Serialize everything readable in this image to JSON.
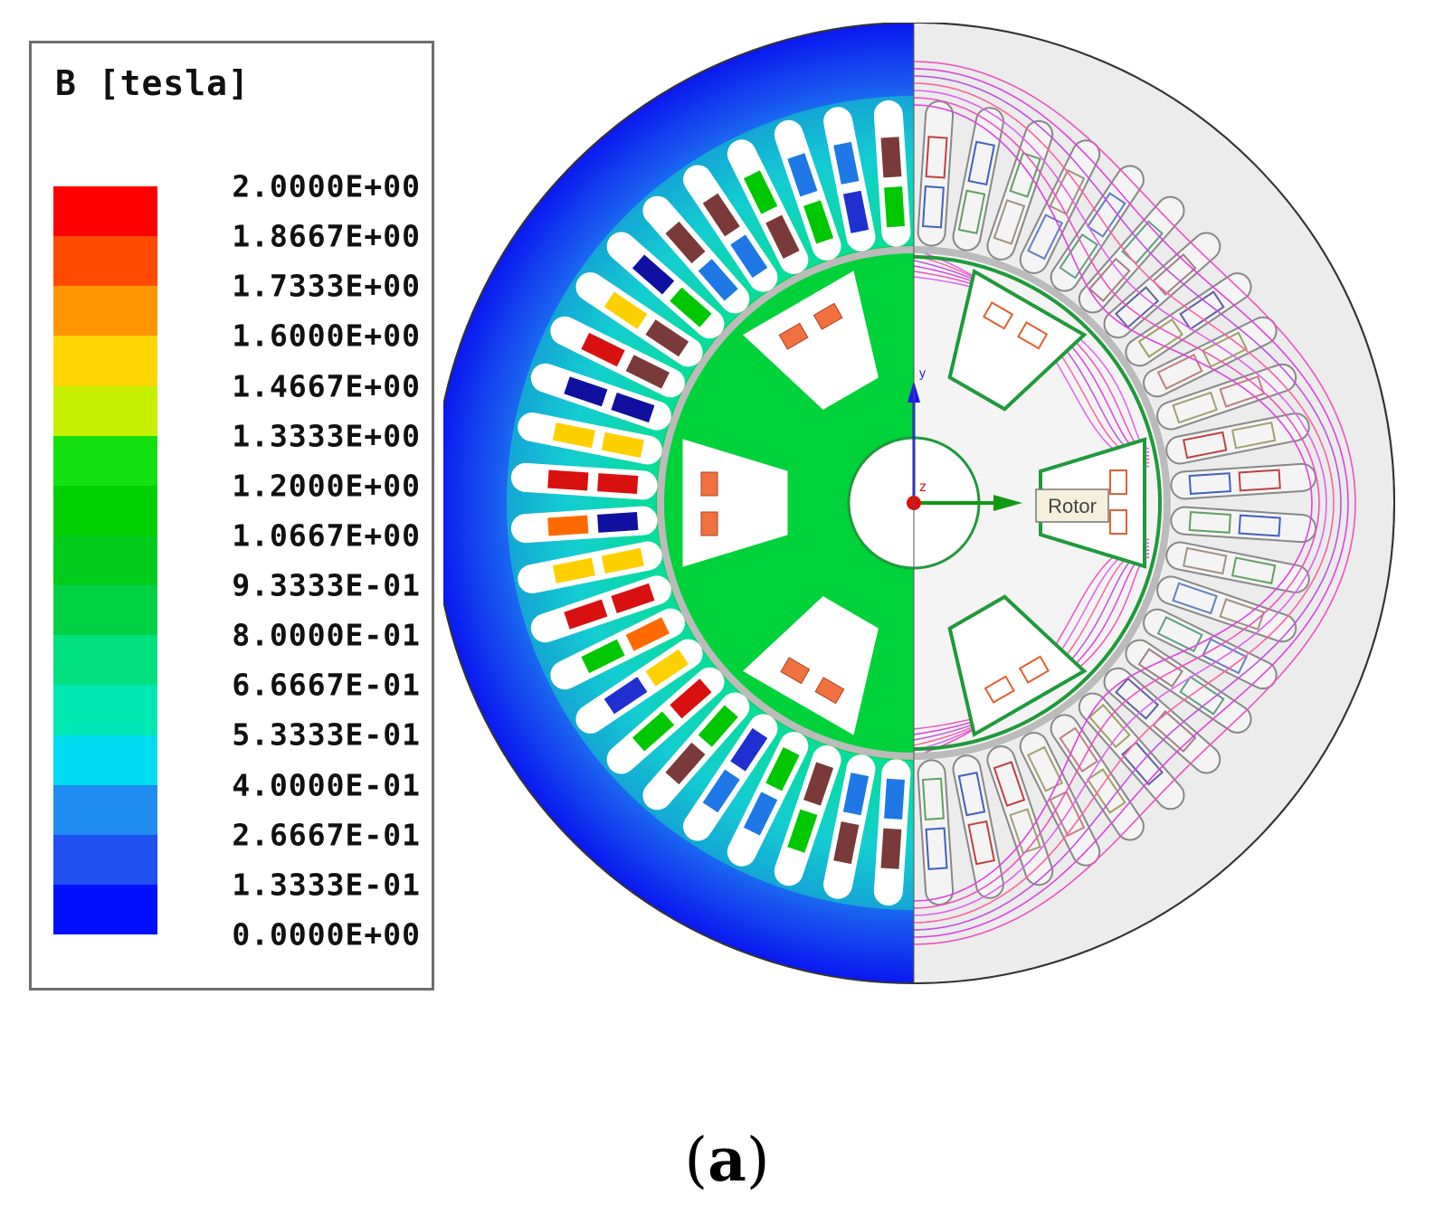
{
  "legend": {
    "title": "B [tesla]",
    "labels": [
      "2.0000E+00",
      "1.8667E+00",
      "1.7333E+00",
      "1.6000E+00",
      "1.4667E+00",
      "1.3333E+00",
      "1.2000E+00",
      "1.0667E+00",
      "9.3333E-01",
      "8.0000E-01",
      "6.6667E-01",
      "5.3333E-01",
      "4.0000E-01",
      "2.6667E-01",
      "1.3333E-01",
      "0.0000E+00"
    ],
    "colors": [
      "#ff0000",
      "#ff4a00",
      "#ff9600",
      "#ffd400",
      "#c6f000",
      "#14e010",
      "#00d000",
      "#00cc1e",
      "#00d044",
      "#00e07c",
      "#00e8b4",
      "#00dcf0",
      "#1e8cf0",
      "#2050f0",
      "#0010ff"
    ]
  },
  "diagram": {
    "rotor_label": "Rotor",
    "axis_z_label": "z",
    "axis_y_label": "y"
  },
  "caption": {
    "open": "(",
    "letter": "a",
    "close": ")"
  }
}
